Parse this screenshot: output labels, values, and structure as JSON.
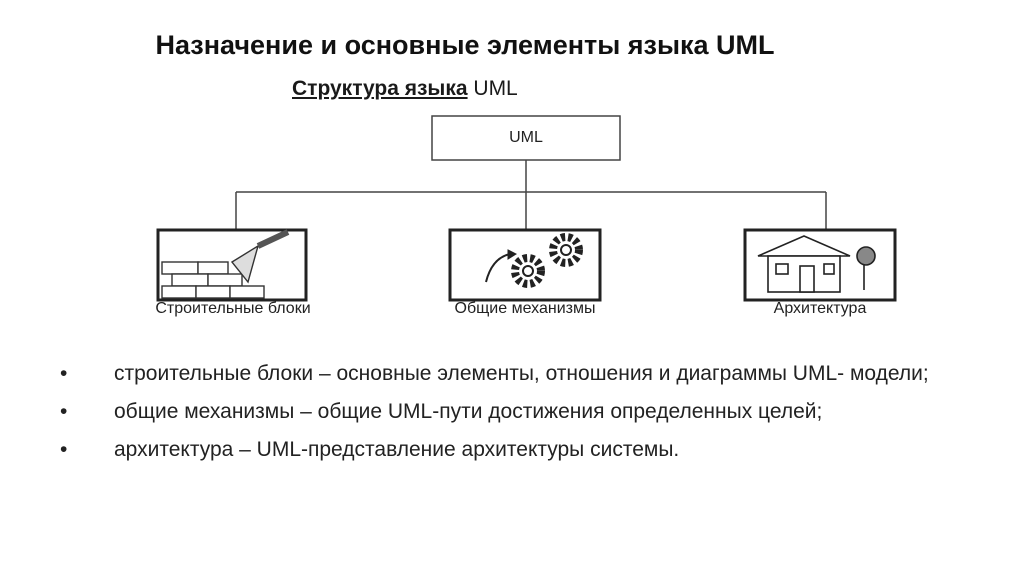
{
  "title": "Назначение и основные элементы языка UML",
  "subtitle": {
    "bold": "Структура языка",
    "plain": " UML"
  },
  "diagram": {
    "root": "UML",
    "nodes": [
      {
        "label": "Строительные блоки",
        "icon": "building-blocks-icon"
      },
      {
        "label": "Общие механизмы",
        "icon": "gears-icon"
      },
      {
        "label": "Архитектура",
        "icon": "house-icon"
      }
    ]
  },
  "bullets": [
    {
      "marker": "•",
      "text": "строительные блоки – основные элементы, отношения и диаграммы UML- модели;"
    },
    {
      "marker": "•",
      "text": "общие механизмы – общие UML-пути достижения  определенных целей;"
    },
    {
      "marker": "•",
      "text": "архитектура – UML-представление архитектуры системы."
    }
  ]
}
